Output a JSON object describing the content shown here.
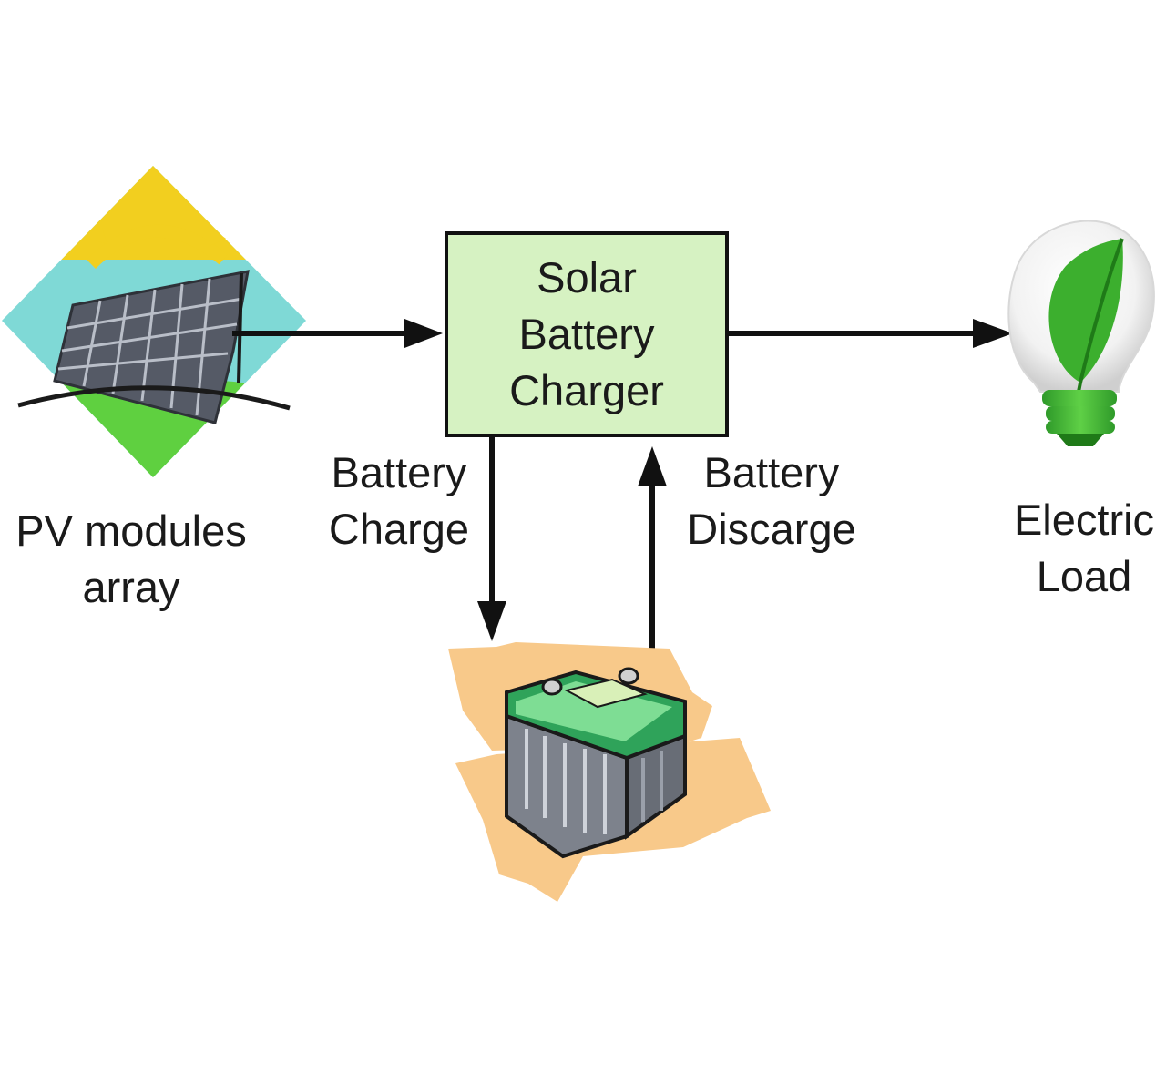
{
  "nodes": {
    "pv_array": {
      "line1": "PV modules",
      "line2": "array",
      "icon": "solar-panel-icon"
    },
    "charger": {
      "line1": "Solar",
      "line2": "Battery",
      "line3": "Charger"
    },
    "load": {
      "line1": "Electric",
      "line2": "Load",
      "icon": "light-bulb-icon"
    },
    "battery": {
      "icon": "car-battery-icon"
    }
  },
  "flows": {
    "charge": {
      "line1": "Battery",
      "line2": "Charge"
    },
    "discharge": {
      "line1": "Battery",
      "line2": "Discarge"
    }
  },
  "colors": {
    "charger_fill": "#d6f2c2",
    "sun": "#f2cf1f",
    "sky": "#7fd9d6",
    "grass": "#5fd040",
    "panel": "#555a66",
    "battery_body": "#7d828c",
    "battery_top": "#2fa35a",
    "pad": "#f8c98a",
    "leaf": "#3caf2e"
  }
}
